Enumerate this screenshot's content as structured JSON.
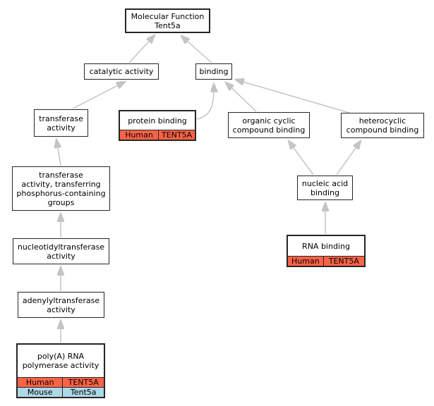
{
  "diagram": {
    "edge_color": "#c4c4c4",
    "node_border_color": "#262626",
    "node_fill": "#ffffff",
    "text_color": "#000000",
    "human_highlight": "#ff6347",
    "mouse_highlight": "#add8e6"
  },
  "nodes": {
    "molecular_function": {
      "label": "Molecular Function\nTent5a"
    },
    "catalytic_activity": {
      "label": "catalytic activity"
    },
    "binding": {
      "label": "binding"
    },
    "transferase_activity": {
      "label": "transferase\nactivity"
    },
    "protein_binding": {
      "label": "protein binding",
      "rows": [
        {
          "species": "Human",
          "gene": "TENT5A"
        }
      ]
    },
    "organic_cyclic_compound_binding": {
      "label": "organic cyclic\ncompound binding"
    },
    "heterocyclic_compound_binding": {
      "label": "heterocyclic\ncompound binding"
    },
    "transferase_phosphorus": {
      "label": "transferase\nactivity, transferring\nphosphorus-containing\ngroups"
    },
    "nucleic_acid_binding": {
      "label": "nucleic acid\nbinding"
    },
    "nucleotidyltransferase_activity": {
      "label": "nucleotidyltransferase\nactivity"
    },
    "rna_binding": {
      "label": "RNA binding",
      "rows": [
        {
          "species": "Human",
          "gene": "TENT5A"
        }
      ]
    },
    "adenylyltransferase_activity": {
      "label": "adenylyltransferase\nactivity"
    },
    "polya_rna_polymerase_activity": {
      "label": "poly(A) RNA\npolymerase activity",
      "rows": [
        {
          "species": "Human",
          "gene": "TENT5A"
        },
        {
          "species": "Mouse",
          "gene": "Tent5a"
        }
      ]
    }
  },
  "relations": [
    {
      "from": "catalytic activity",
      "to": "Molecular Function Tent5a"
    },
    {
      "from": "binding",
      "to": "Molecular Function Tent5a"
    },
    {
      "from": "transferase activity",
      "to": "catalytic activity"
    },
    {
      "from": "protein binding",
      "to": "binding"
    },
    {
      "from": "organic cyclic compound binding",
      "to": "binding"
    },
    {
      "from": "heterocyclic compound binding",
      "to": "binding"
    },
    {
      "from": "transferase activity, transferring phosphorus-containing groups",
      "to": "transferase activity"
    },
    {
      "from": "nucleotidyltransferase activity",
      "to": "transferase activity, transferring phosphorus-containing groups"
    },
    {
      "from": "adenylyltransferase activity",
      "to": "nucleotidyltransferase activity"
    },
    {
      "from": "poly(A) RNA polymerase activity",
      "to": "adenylyltransferase activity"
    },
    {
      "from": "nucleic acid binding",
      "to": "organic cyclic compound binding"
    },
    {
      "from": "nucleic acid binding",
      "to": "heterocyclic compound binding"
    },
    {
      "from": "RNA binding",
      "to": "nucleic acid binding"
    }
  ]
}
